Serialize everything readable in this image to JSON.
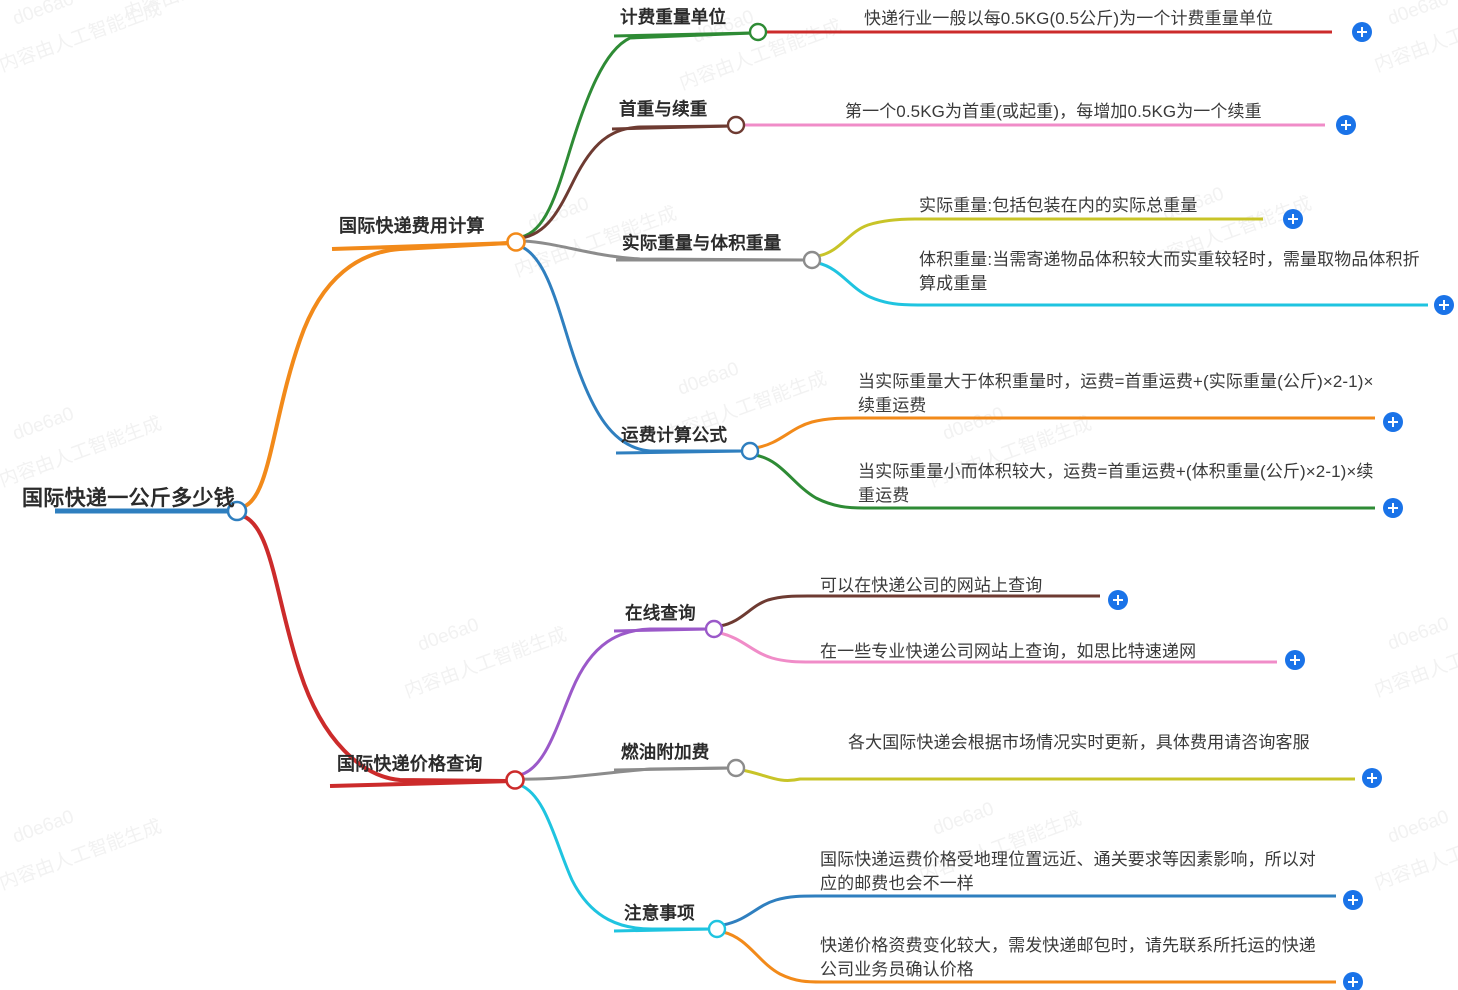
{
  "document": {
    "title": "国际快递一公斤多少钱",
    "type": "mindmap",
    "background": "#ffffff"
  },
  "watermark": {
    "code": "d0e6a0",
    "notice": "内容由人工智能生成"
  },
  "root": {
    "label": "国际快递一公斤多少钱",
    "color": "#2f7fbf"
  },
  "branches": [
    {
      "label": "国际快递费用计算",
      "color": "#f28a1a",
      "children": [
        {
          "label": "计费重量单位",
          "color": "#2e8b35",
          "leaves": [
            {
              "text": "快递行业一般以每0.5KG(0.5公斤)为一个计费重量单位",
              "color": "#cc2b2b"
            }
          ]
        },
        {
          "label": "首重与续重",
          "color": "#6e3b32",
          "leaves": [
            {
              "text": "第一个0.5KG为首重(或起重)，每增加0.5KG为一个续重",
              "color": "#f08cc8"
            }
          ]
        },
        {
          "label": "实际重量与体积重量",
          "color": "#8c8c8c",
          "leaves": [
            {
              "text": "实际重量:包括包装在内的实际总重量",
              "color": "#c8c428"
            },
            {
              "text": "体积重量:当需寄递物品体积较大而实重较轻时，需量取物品体积折算成重量",
              "color": "#1fc4e0"
            }
          ]
        },
        {
          "label": "运费计算公式",
          "color": "#2f7fbf",
          "leaves": [
            {
              "text": "当实际重量大于体积重量时，运费=首重运费+(实际重量(公斤)×2-1)×续重运费",
              "color": "#f28a1a"
            },
            {
              "text": "当实际重量小而体积较大，运费=首重运费+(体积重量(公斤)×2-1)×续重运费",
              "color": "#2e8b35"
            }
          ]
        }
      ]
    },
    {
      "label": "国际快递价格查询",
      "color": "#cc2b2b",
      "children": [
        {
          "label": "在线查询",
          "color": "#9b59c9",
          "leaves": [
            {
              "text": "可以在快递公司的网站上查询",
              "color": "#6e3b32"
            },
            {
              "text": "在一些专业快递公司网站上查询，如思比特速递网",
              "color": "#f08cc8"
            }
          ]
        },
        {
          "label": "燃油附加费",
          "color": "#8c8c8c",
          "leaves": [
            {
              "text": "各大国际快递会根据市场情况实时更新，具体费用请咨询客服",
              "color": "#c8c428"
            }
          ]
        },
        {
          "label": "注意事项",
          "color": "#1fc4e0",
          "leaves": [
            {
              "text": "国际快递运费价格受地理位置远近、通关要求等因素影响，所以对应的邮费也会不一样",
              "color": "#2f7fbf"
            },
            {
              "text": "快递价格资费变化较大，需发快递邮包时，请先联系所托运的快递公司业务员确认价格",
              "color": "#f28a1a"
            }
          ]
        }
      ]
    }
  ],
  "expand_buttons": {
    "icon": "plus-icon",
    "count": 11,
    "color": "#1a73e8"
  }
}
